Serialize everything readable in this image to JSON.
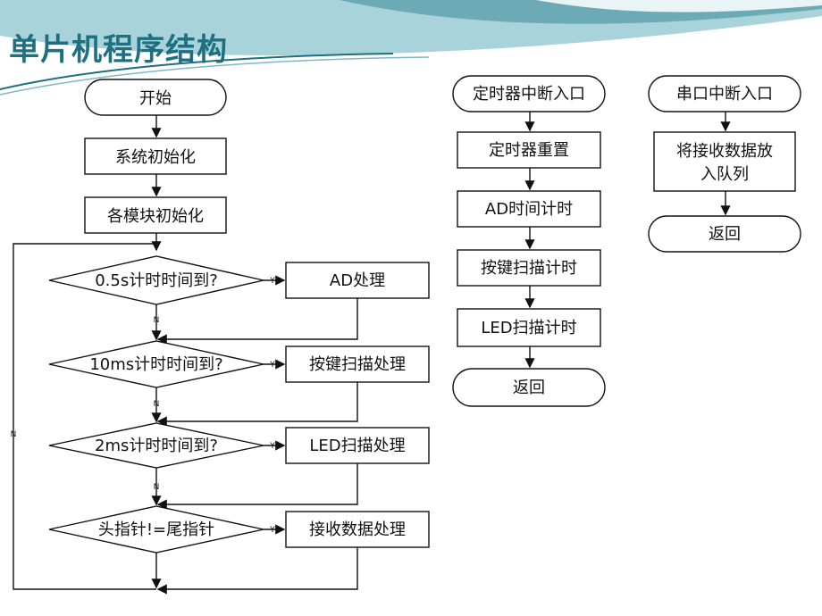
{
  "slide": {
    "title": "单片机程序结构"
  },
  "main_flow": {
    "start": "开始",
    "init_system": "系统初始化",
    "init_modules": "各模块初始化",
    "decisions": [
      {
        "question": "0.5s计时时间到?",
        "action": "AD处理"
      },
      {
        "question": "10ms计时时间到?",
        "action": "按键扫描处理"
      },
      {
        "question": "2ms计时时间到?",
        "action": "LED扫描处理"
      },
      {
        "question": "头指针!=尾指针",
        "action": "接收数据处理"
      }
    ],
    "yes_label": "Y",
    "no_label": "N"
  },
  "timer_flow": {
    "entry": "定时器中断入口",
    "steps": [
      "定时器重置",
      "AD时间计时",
      "按键扫描计时",
      "LED扫描计时"
    ],
    "exit": "返回"
  },
  "serial_flow": {
    "entry": "串口中断入口",
    "step_line1": "将接收数据放",
    "step_line2": "入队列",
    "exit": "返回"
  },
  "colors": {
    "title": "#1e6f80",
    "banner_dark": "#3a8a98",
    "banner_light": "#a9d3da",
    "line": "#111111"
  }
}
